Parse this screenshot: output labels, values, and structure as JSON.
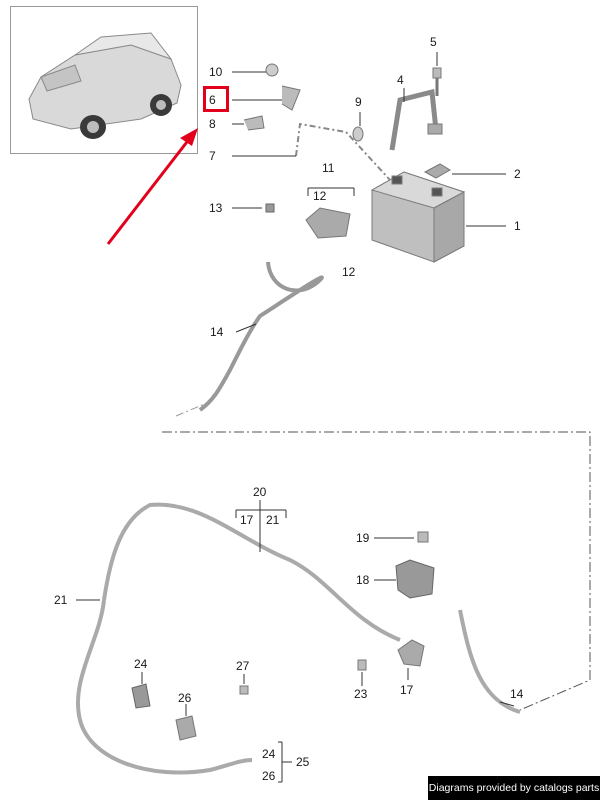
{
  "callouts": {
    "c1": "1",
    "c2": "2",
    "c4": "4",
    "c5": "5",
    "c6": "6",
    "c7": "7",
    "c8": "8",
    "c9": "9",
    "c10": "10",
    "c11": "11",
    "c12a": "12",
    "c12b": "12",
    "c13": "13",
    "c14a": "14",
    "c14b": "14",
    "c17a": "17",
    "c17b": "17",
    "c18": "18",
    "c19": "19",
    "c20": "20",
    "c21a": "21",
    "c21b": "21",
    "c23": "23",
    "c24a": "24",
    "c24b": "24",
    "c25": "25",
    "c26a": "26",
    "c26b": "26",
    "c27": "27"
  },
  "footer": {
    "credit": "Diagrams provided by catalogs parts"
  },
  "colors": {
    "highlight": "#e3001b",
    "arrow": "#e3001b",
    "line": "#333333",
    "part": "#9a9a9a"
  },
  "icons": {
    "vehicle_thumbnail": "car-suv-icon",
    "pointer": "red-arrow-icon"
  }
}
